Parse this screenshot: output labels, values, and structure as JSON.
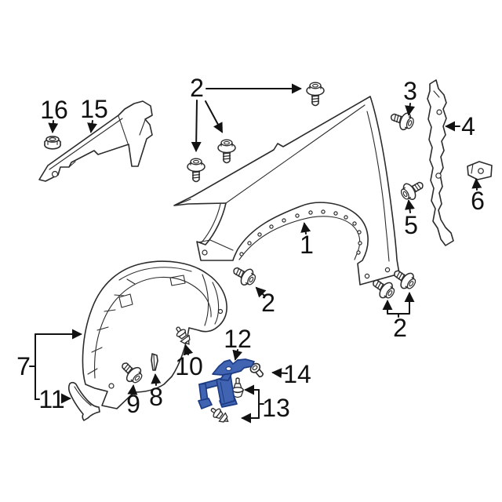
{
  "page": {
    "background_color": "#ffffff"
  },
  "diagram": {
    "kind": "exploded-parts-diagram",
    "line_color": "#2b2b2b",
    "highlight_color": "#4064b2",
    "highlighted_callout": "12",
    "callouts": [
      {
        "id": "callout-1",
        "label": "1"
      },
      {
        "id": "callout-2-top",
        "label": "2"
      },
      {
        "id": "callout-2-mid",
        "label": "2"
      },
      {
        "id": "callout-2-bottom",
        "label": "2"
      },
      {
        "id": "callout-3",
        "label": "3"
      },
      {
        "id": "callout-4",
        "label": "4"
      },
      {
        "id": "callout-5",
        "label": "5"
      },
      {
        "id": "callout-6",
        "label": "6"
      },
      {
        "id": "callout-7",
        "label": "7"
      },
      {
        "id": "callout-8",
        "label": "8"
      },
      {
        "id": "callout-9",
        "label": "9"
      },
      {
        "id": "callout-10",
        "label": "10"
      },
      {
        "id": "callout-11",
        "label": "11"
      },
      {
        "id": "callout-12",
        "label": "12"
      },
      {
        "id": "callout-13",
        "label": "13"
      },
      {
        "id": "callout-14",
        "label": "14"
      },
      {
        "id": "callout-15",
        "label": "15"
      },
      {
        "id": "callout-16",
        "label": "16"
      }
    ]
  }
}
